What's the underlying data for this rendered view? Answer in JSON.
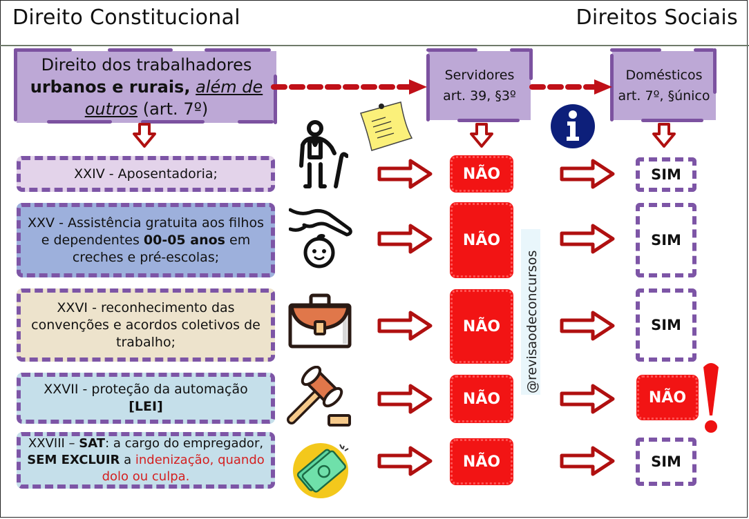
{
  "header": {
    "left_title": "Direito Constitucional",
    "right_title": "Direitos Sociais"
  },
  "main_box": {
    "line1": "Direito dos trabalhadores",
    "line2_bold": "urbanos e rurais,",
    "line2_underlined": "além de",
    "line3_underlined": "outros",
    "line3_rest": " (art. 7º)"
  },
  "servidores_box": {
    "title": "Servidores",
    "ref": "art. 39, §3º"
  },
  "domesticos_box": {
    "title": "Domésticos",
    "ref": "art. 7º, §único"
  },
  "rows": [
    {
      "id": "XXIV",
      "text_a": "XXIV - Aposentadoria;",
      "color": "#e3d3ea",
      "icon": "elderly-with-cane-icon",
      "servidores": "NÃO",
      "domesticos": "SIM"
    },
    {
      "id": "XXV",
      "text_a": "XXV - Assistência gratuita aos filhos e dependentes ",
      "bold": "00-05 anos",
      "text_b": " em creches e pré-escolas;",
      "color": "#9db0dc",
      "icon": "hand-protecting-baby-icon",
      "servidores": "NÃO",
      "domesticos": "SIM"
    },
    {
      "id": "XXVI",
      "text_a": "XXVI - reconhecimento das convenções e acordos coletivos de trabalho;",
      "color": "#ede3cc",
      "icon": "briefcase-icon",
      "servidores": "NÃO",
      "domesticos": "SIM"
    },
    {
      "id": "XXVII",
      "text_a": "XXVII - proteção da automação ",
      "bold": "[LEI]",
      "color": "#c5dfea",
      "icon": "gavel-icon",
      "servidores": "NÃO",
      "domesticos": "NÃO"
    },
    {
      "id": "XXVIII",
      "text_a": "XXVIII – ",
      "bold": "SAT",
      "text_b": ": a cargo do empregador, ",
      "bold2": "SEM EXCLUIR",
      "text_c": " a ",
      "red": "indenização, quando dolo ou culpa.",
      "color": "#c5dfea",
      "icon": "money-bills-icon",
      "servidores": "NÃO",
      "domesticos": "SIM"
    }
  ],
  "watermark": "@revisaodeconcursos",
  "colors": {
    "purple": "#7d55a6",
    "purple_fill": "#bda8d6",
    "red_arrow": "#b01010",
    "nao_red": "#f21414",
    "info_blue": "#0d1f7a",
    "exclamation": "#ee1111"
  }
}
